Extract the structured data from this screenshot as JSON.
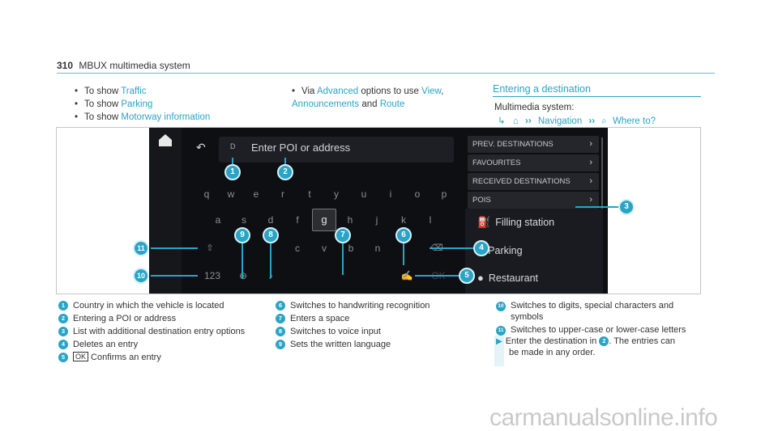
{
  "header": {
    "page_number": "310",
    "title": "MBUX multimedia system"
  },
  "col1": [
    {
      "prefix": "To show ",
      "link": "Traffic"
    },
    {
      "prefix": "To show ",
      "link": "Parking"
    },
    {
      "prefix": "To show ",
      "link": "Motorway information"
    }
  ],
  "col2": {
    "prefix": "Via ",
    "link1": "Advanced",
    "mid": " options to use ",
    "link2": "View",
    "comma": ",",
    "link3": "Announcements",
    "and": " and ",
    "link4": "Route"
  },
  "section": {
    "title": "Entering a destination",
    "label": "Multimedia system:",
    "path_nav": "Navigation",
    "path_where": "Where to?"
  },
  "screen": {
    "country": "D",
    "entry_placeholder": "Enter POI or address",
    "keys_row1": [
      "q",
      "w",
      "e",
      "r",
      "t",
      "y",
      "u",
      "i",
      "o",
      "p"
    ],
    "keys_row2": [
      "a",
      "s",
      "d",
      "f",
      "g",
      "h",
      "j",
      "k",
      "l"
    ],
    "keys_row3": [
      "c",
      "v",
      "b",
      "n"
    ],
    "key_123": "123",
    "key_ok": "OK",
    "list": [
      "PREV. DESTINATIONS",
      "FAVOURITES",
      "RECEIVED DESTINATIONS",
      "POIS"
    ],
    "pois": [
      "Filling station",
      "Parking",
      "Restaurant"
    ]
  },
  "callouts": [
    "1",
    "2",
    "3",
    "4",
    "5",
    "6",
    "7",
    "8",
    "9",
    "10",
    "11"
  ],
  "legend": {
    "l1": "Country in which the vehicle is located",
    "l2": "Entering a POI or address",
    "l3": "List with additional destination entry options",
    "l4": "Deletes an entry",
    "l5_ok": "OK",
    "l5": "Confirms an entry",
    "l6": "Switches to handwriting recognition",
    "l7": "Enters a space",
    "l8": "Switches to voice input",
    "l9": "Sets the written language",
    "l10a": "Switches to digits, special characters and",
    "l10b": "symbols",
    "l11": "Switches to upper-case or lower-case letters",
    "instr_a": "Enter the destination in",
    "instr_num": "2",
    "instr_b": ". The entries can",
    "instr_c": "be made in any order."
  },
  "watermark": "carmanualsonline.info",
  "colors": {
    "accent": "#2aa4c6",
    "screen_bg": "#0e0f12"
  }
}
